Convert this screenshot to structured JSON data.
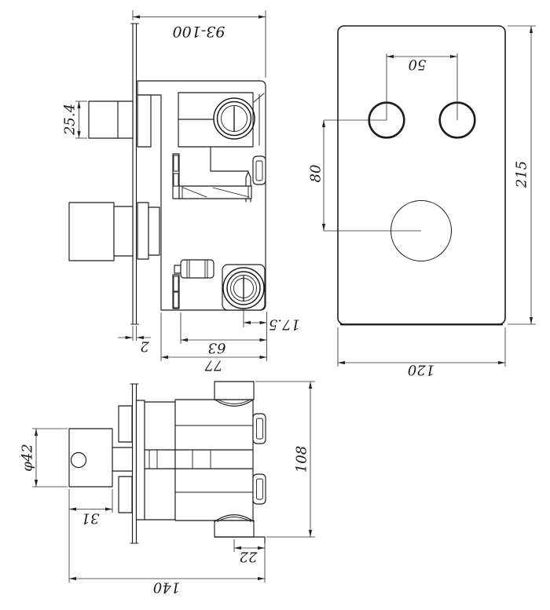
{
  "page": {
    "background": "#ffffff",
    "line_color": "#1c1c1c",
    "dim_color": "#2b2b2b"
  },
  "drawing": {
    "type": "technical-drawing",
    "subject": "concealed shower mixer valve installation dimensions, three orthographic views",
    "views": {
      "side": {
        "label": "side section view",
        "dims": {
          "mount_depth_range": "93-100",
          "handle_stub_height": "25.4",
          "plate_thickness": "2",
          "port_offset": "17.5",
          "body_depth": "63",
          "overall_depth": "77"
        }
      },
      "front": {
        "label": "front trim plate view",
        "dims": {
          "handle_spacing": "50",
          "handle_to_valve": "80",
          "plate_height": "215",
          "plate_width": "120"
        }
      },
      "bottom": {
        "label": "bottom view",
        "dims": {
          "handle_diameter": "φ42",
          "handle_length": "31",
          "body_height": "108",
          "outlet_offset": "22",
          "overall_width": "140"
        }
      }
    }
  }
}
